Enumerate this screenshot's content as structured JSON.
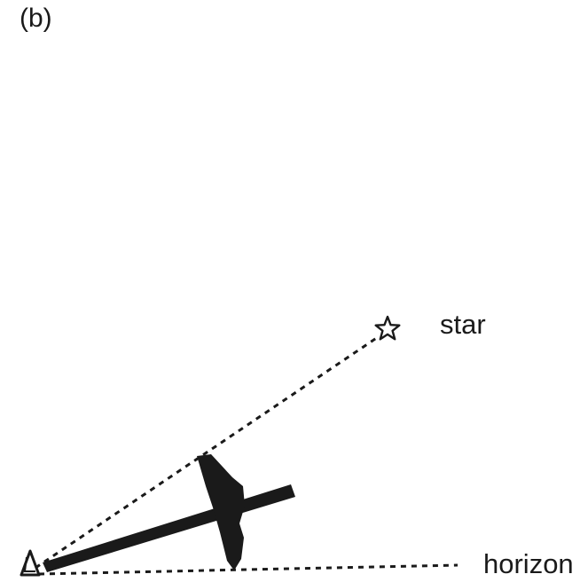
{
  "figure": {
    "panel_label": "(b)",
    "labels": {
      "star": "star",
      "horizon": "horizon"
    },
    "icons": [
      "star-icon",
      "eye-icon",
      "cross-staff-icon"
    ],
    "colors": {
      "ink": "#1a1a1a",
      "background": "#ffffff"
    }
  }
}
